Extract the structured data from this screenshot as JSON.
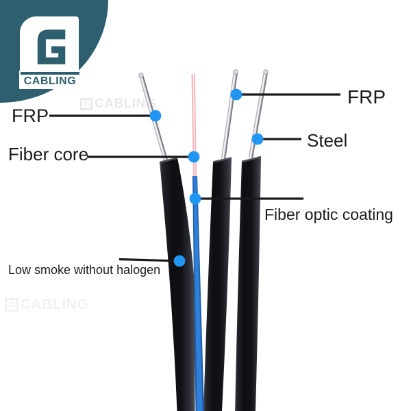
{
  "brand": {
    "logo_letter": "G",
    "logo_word": "CABLING",
    "teal": "#2e5f6e"
  },
  "watermarks": {
    "center": {
      "letter": "G",
      "word": "CABLING"
    },
    "bottom": {
      "letter": "G",
      "word": "CABLING"
    }
  },
  "diagram": {
    "colors": {
      "dot": "#2196f3",
      "line": "#1a1a1a",
      "fiber_pink": "#f1b6bb",
      "fiber_pink_core": "#fce9ea",
      "fiber_blue": "#2f80d8",
      "fiber_blue_edge": "#1d5cab"
    },
    "labels": {
      "frp_left": "FRP",
      "fiber_core": "Fiber core",
      "frp_right": "FRP",
      "steel": "Steel",
      "fiber_optic_coating": "Fiber optic coating",
      "low_smoke": "Low smoke without halogen"
    }
  }
}
